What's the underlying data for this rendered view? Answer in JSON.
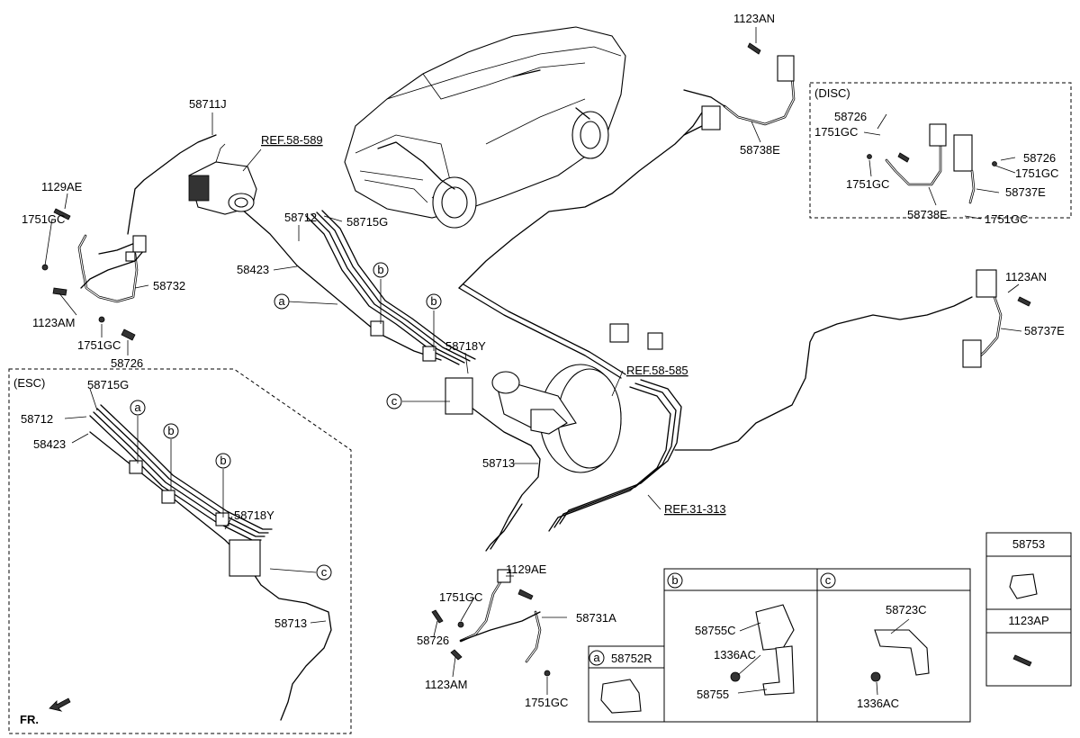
{
  "callouts": {
    "p1123AN_top": "1123AN",
    "p58738E_main": "58738E",
    "p58711J": "58711J",
    "ref58589": "REF.58-589",
    "p1129AE_left": "1129AE",
    "p1751GC_left1": "1751GC",
    "p58732": "58732",
    "p1123AM_left": "1123AM",
    "p1751GC_left2": "1751GC",
    "p58726_left": "58726",
    "p58712_main": "58712",
    "p58715G_main": "58715G",
    "p58423_main": "58423",
    "p58718Y_main": "58718Y",
    "ref58585": "REF.58-585",
    "p58713_main": "58713",
    "ref31313": "REF.31-313",
    "p1123AN_right": "1123AN",
    "p58737E_main": "58737E",
    "p1129AE_bottom": "1129AE",
    "p1751GC_bottom1": "1751GC",
    "p58731A": "58731A",
    "p58726_bottom": "58726",
    "p1123AM_bottom": "1123AM",
    "p1751GC_bottom2": "1751GC"
  },
  "disc": {
    "title": "(DISC)",
    "p58726a": "58726",
    "p1751GCa": "1751GC",
    "p1751GCb": "1751GC",
    "p58738E": "58738E",
    "p58726b": "58726",
    "p1751GCc": "1751GC",
    "p58737E": "58737E",
    "p1751GCd": "1751GC"
  },
  "esc": {
    "title": "(ESC)",
    "p58715G": "58715G",
    "p58712": "58712",
    "p58423": "58423",
    "p58718Y": "58718Y",
    "p58713": "58713"
  },
  "markers": {
    "a": "a",
    "b": "b",
    "c": "c"
  },
  "legend": {
    "a_title": "58752R",
    "b_p1": "58755C",
    "b_p2": "1336AC",
    "b_p3": "58755",
    "c_p1": "58723C",
    "c_p2": "1336AC",
    "p58753": "58753",
    "p1123AP": "1123AP"
  },
  "fr": "FR."
}
